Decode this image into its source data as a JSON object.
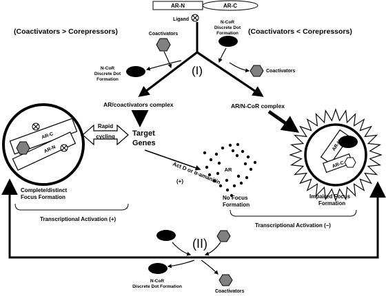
{
  "labels": {
    "ar_n": "AR-N",
    "ar_c": "AR-C",
    "ligand": "Ligand",
    "left_heading": "(Coactivators > Corepressors)",
    "right_heading": "(Coactivators < Corepressors)",
    "coactivators": "Coactivators",
    "ncor_l1": "N-CoR",
    "ncor_l2": "Discrete Dot",
    "ncor_l3": "Formation",
    "roman_one": "(I)",
    "roman_two": "(II)",
    "ar_coact_complex": "AR/coactivators complex",
    "ar_ncor_complex": "AR/N-CoR complex",
    "rapid": "Rapid",
    "cycling": "cycling",
    "target": "Target",
    "genes": "Genes",
    "actd_1": "Act D or α-amanitin",
    "actd_2": "(+)",
    "ar": "AR",
    "complete_1": "Complete/distinct",
    "complete_2": "Focus Formation",
    "no_focus_1": "No Focus",
    "no_focus_2": "Formation",
    "impaired_1": "Impaired Focus",
    "impaired_2": "Formation",
    "trans_pos": "Transcriptional Activation (+)",
    "trans_neg": "Transcriptional Activation (–)",
    "ncor_bottom_2": "Discrete Dot Formation"
  }
}
